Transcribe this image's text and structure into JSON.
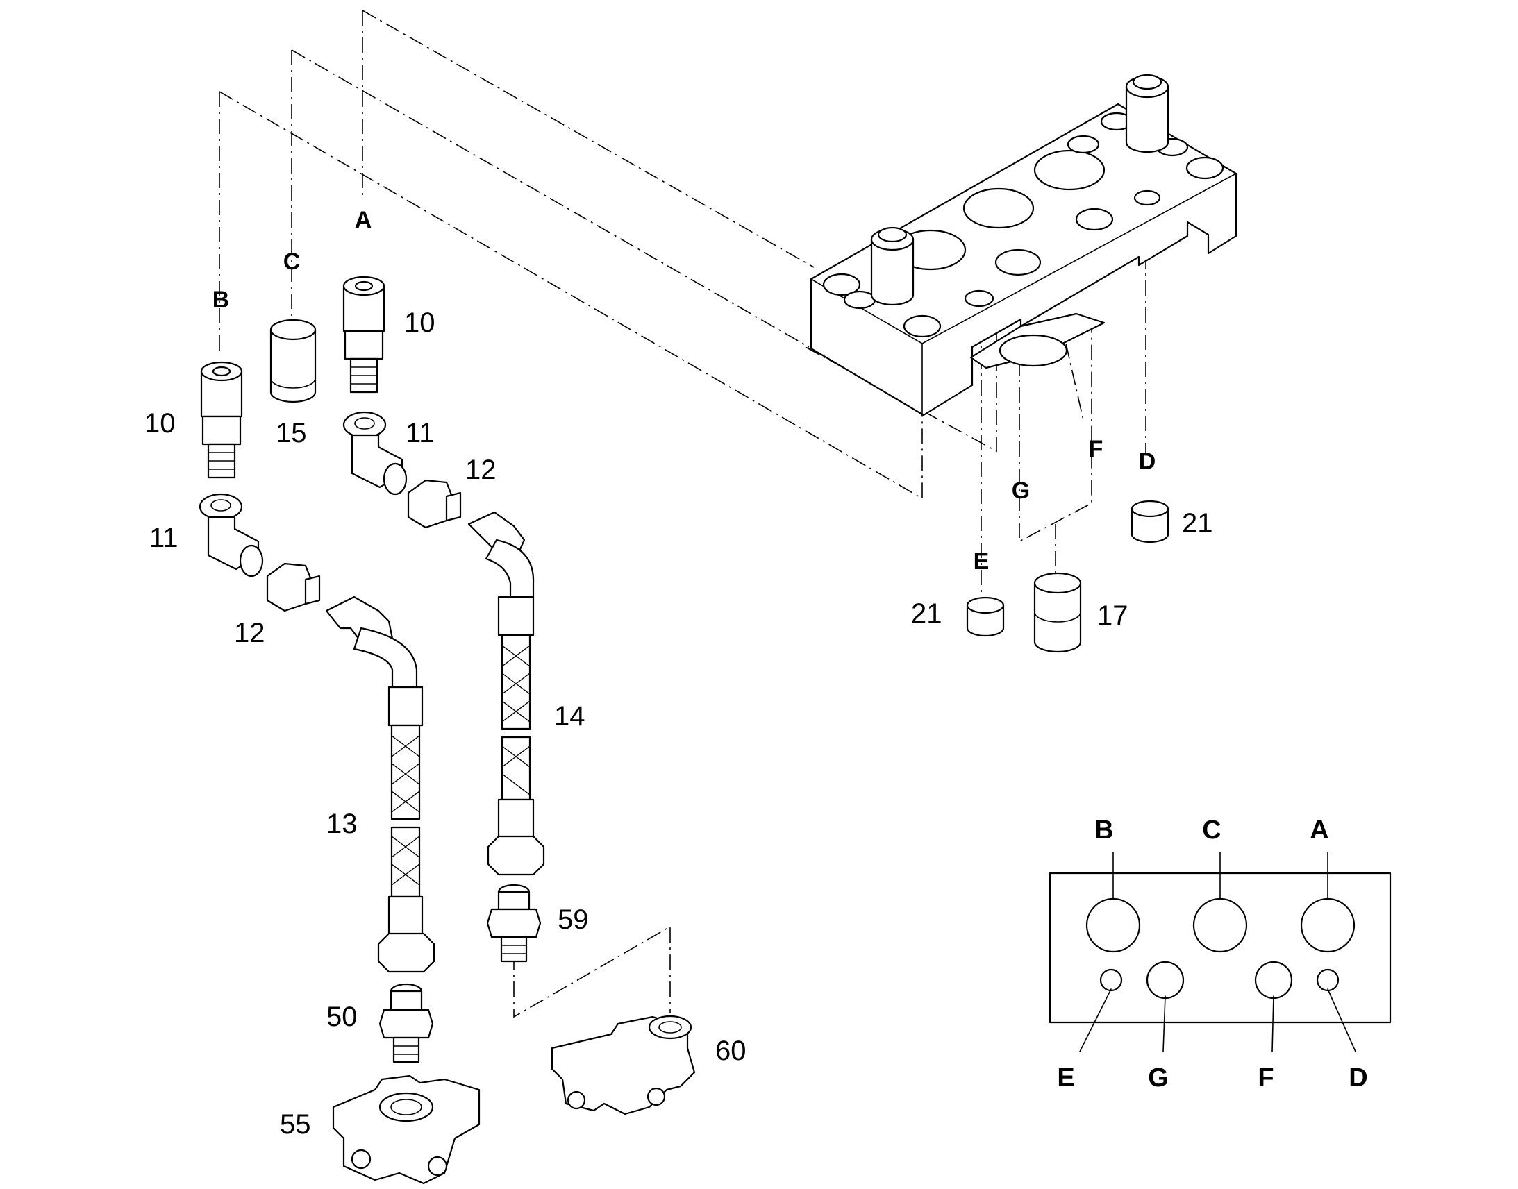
{
  "labels": {
    "p10_left": "10",
    "p10_right": "10",
    "p11_left": "11",
    "p11_right": "11",
    "p12_left": "12",
    "p12_right": "12",
    "p13": "13",
    "p14": "14",
    "p15": "15",
    "p17": "17",
    "p21_e": "21",
    "p21_d": "21",
    "p50": "50",
    "p55": "55",
    "p59": "59",
    "p60": "60"
  },
  "port_letters": {
    "A": "A",
    "B": "B",
    "C": "C",
    "D": "D",
    "E": "E",
    "F": "F",
    "G": "G"
  },
  "port_map": {
    "top": [
      "B",
      "C",
      "A"
    ],
    "bottom": [
      "E",
      "G",
      "F",
      "D"
    ]
  },
  "colors": {
    "line": "#000000",
    "fill": "#ffffff"
  }
}
